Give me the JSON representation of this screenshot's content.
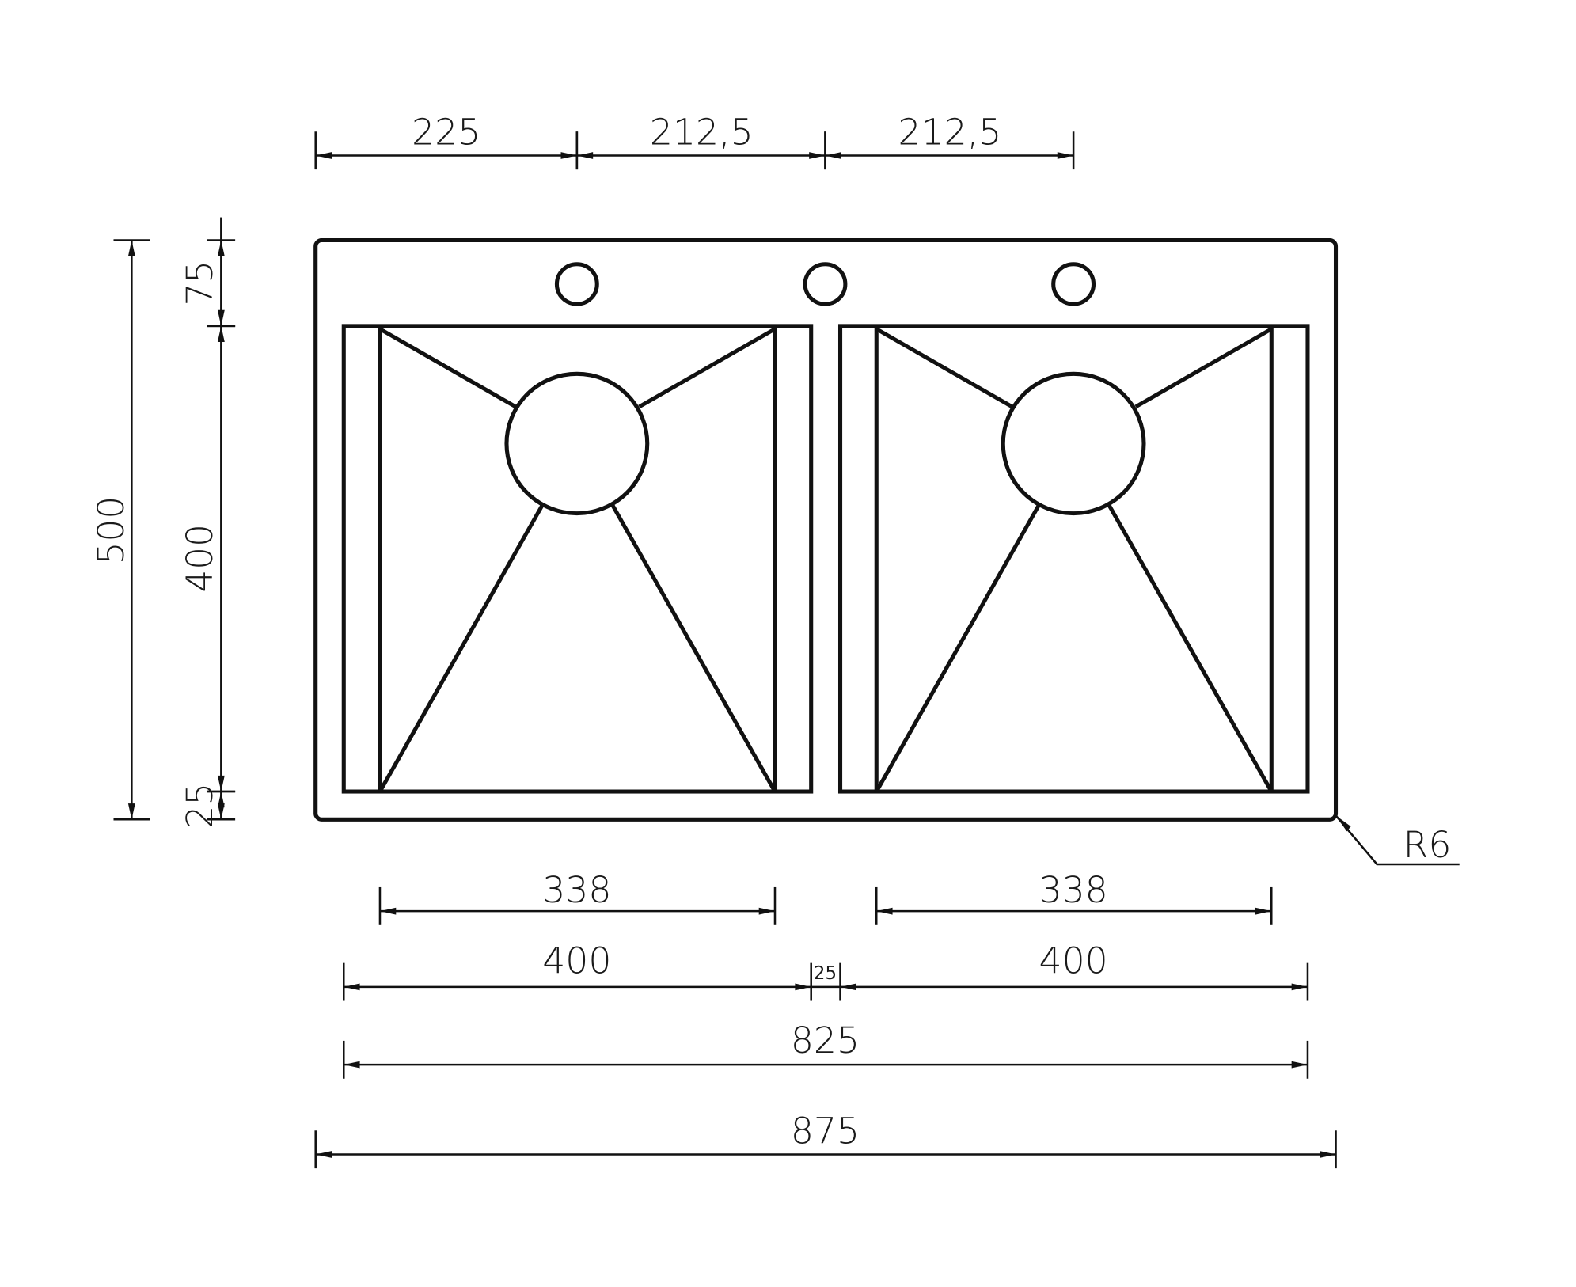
{
  "drawing": {
    "top_dims": [
      "225",
      "212,5",
      "212,5"
    ],
    "left_overall": "500",
    "left_dims": [
      "75",
      "400",
      "25"
    ],
    "bowl_inner": [
      "338",
      "338"
    ],
    "bowl_outer": [
      "400",
      "400"
    ],
    "gap": "25",
    "inner_total": "825",
    "overall_width": "875",
    "corner_radius": "R6"
  }
}
